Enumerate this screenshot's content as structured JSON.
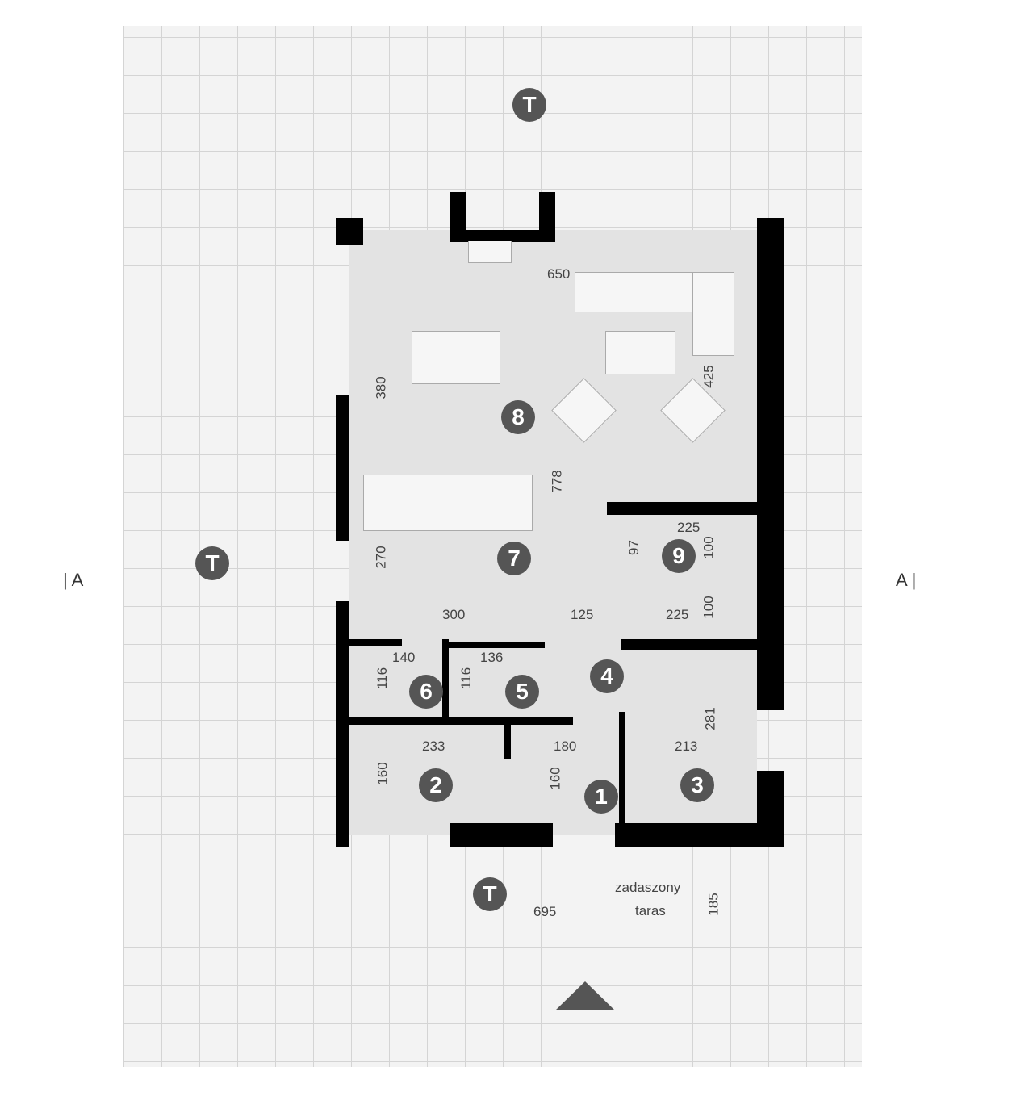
{
  "rooms": [
    "1",
    "2",
    "3",
    "4",
    "5",
    "6",
    "7",
    "8",
    "9"
  ],
  "terrace_marker": "T",
  "section_marker": "A",
  "terrace_label": [
    "zadaszony",
    "taras"
  ],
  "dimensions": {
    "d650": "650",
    "d380": "380",
    "d425": "425",
    "d778": "778",
    "d270": "270",
    "d225a": "225",
    "d97": "97",
    "d100a": "100",
    "d300": "300",
    "d125": "125",
    "d225b": "225",
    "d100b": "100",
    "d140": "140",
    "d136": "136",
    "d116a": "116",
    "d116b": "116",
    "d233": "233",
    "d180": "180",
    "d213": "213",
    "d281": "281",
    "d160a": "160",
    "d160b": "160",
    "d695": "695",
    "d185": "185"
  }
}
